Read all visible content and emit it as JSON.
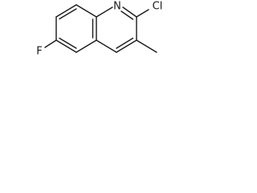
{
  "molecule": {
    "atoms": {
      "nitrogen": "N",
      "chlorine": "Cl",
      "fluorine": "F"
    }
  }
}
